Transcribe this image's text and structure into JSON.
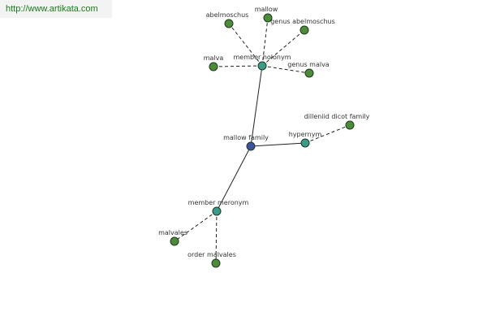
{
  "watermark": "http://www.artikata.com",
  "colors": {
    "center": "#3f52a0",
    "relation": "#3d9a8a",
    "leaf": "#4d8b3a"
  },
  "nodes": [
    {
      "id": "center",
      "label": "mallow family",
      "kind": "center"
    },
    {
      "id": "holonym",
      "label": "member holonym",
      "kind": "relation"
    },
    {
      "id": "meronym",
      "label": "member meronym",
      "kind": "relation"
    },
    {
      "id": "hypernym",
      "label": "hypernym",
      "kind": "relation"
    },
    {
      "id": "abelmoschus",
      "label": "abelmoschus",
      "kind": "leaf"
    },
    {
      "id": "mallow",
      "label": "mallow",
      "kind": "leaf"
    },
    {
      "id": "genus-abelmoschus",
      "label": "genus abelmoschus",
      "kind": "leaf"
    },
    {
      "id": "malva",
      "label": "malva",
      "kind": "leaf"
    },
    {
      "id": "genus-malva",
      "label": "genus malva",
      "kind": "leaf"
    },
    {
      "id": "dilleniid",
      "label": "dilleniid dicot family",
      "kind": "leaf"
    },
    {
      "id": "malvales",
      "label": "malvales",
      "kind": "leaf"
    },
    {
      "id": "order-malvales",
      "label": "order malvales",
      "kind": "leaf"
    }
  ],
  "edges": [
    {
      "from": "center",
      "to": "holonym",
      "style": "solid"
    },
    {
      "from": "center",
      "to": "meronym",
      "style": "solid"
    },
    {
      "from": "center",
      "to": "hypernym",
      "style": "solid"
    },
    {
      "from": "holonym",
      "to": "abelmoschus",
      "style": "dashed"
    },
    {
      "from": "holonym",
      "to": "mallow",
      "style": "dashed"
    },
    {
      "from": "holonym",
      "to": "genus-abelmoschus",
      "style": "dashed"
    },
    {
      "from": "holonym",
      "to": "malva",
      "style": "dashed"
    },
    {
      "from": "holonym",
      "to": "genus-malva",
      "style": "dashed"
    },
    {
      "from": "hypernym",
      "to": "dilleniid",
      "style": "dashed"
    },
    {
      "from": "meronym",
      "to": "malvales",
      "style": "dashed"
    },
    {
      "from": "meronym",
      "to": "order-malvales",
      "style": "dashed"
    }
  ]
}
